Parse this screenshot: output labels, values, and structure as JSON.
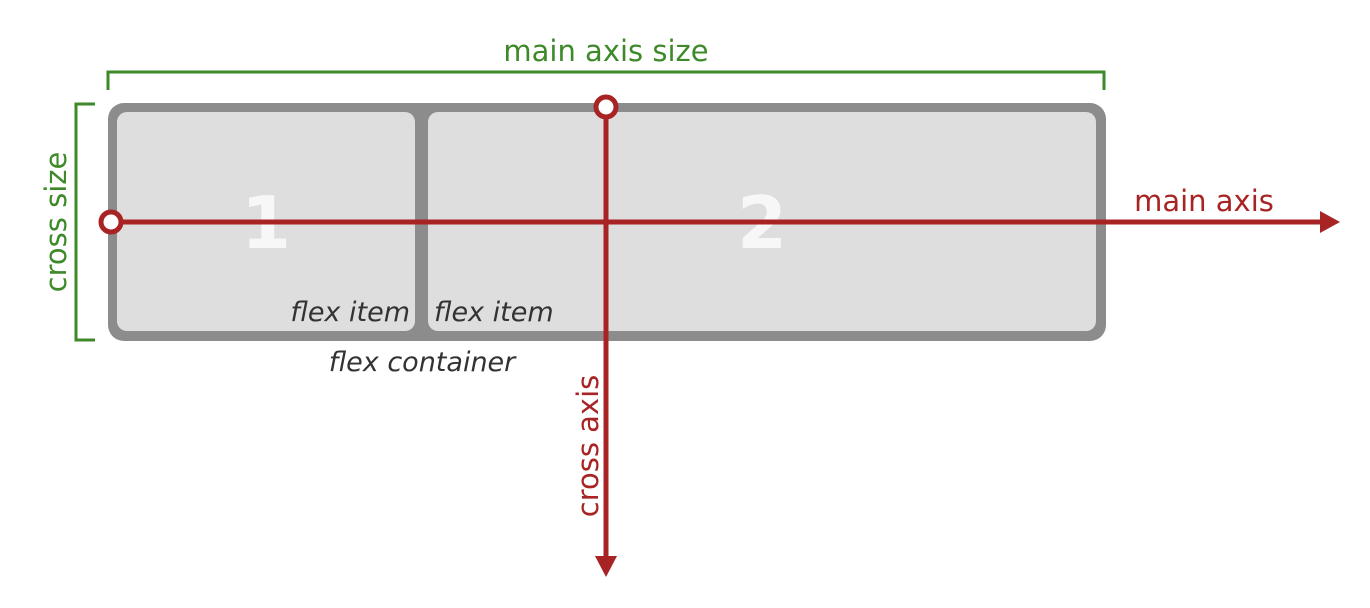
{
  "labels": {
    "main_axis_size": "main axis size",
    "cross_size": "cross size",
    "main_axis": "main axis",
    "cross_axis": "cross axis",
    "flex_container": "flex container",
    "flex_item_1": "flex item",
    "flex_item_2": "flex item",
    "item_1_number": "1",
    "item_2_number": "2"
  },
  "colors": {
    "green": "#3e8a2a",
    "red": "#a82424",
    "container_border": "#8c8c8c",
    "item_fill": "#dedede",
    "item_number": "#f7f7f7",
    "item_text": "#333333"
  }
}
